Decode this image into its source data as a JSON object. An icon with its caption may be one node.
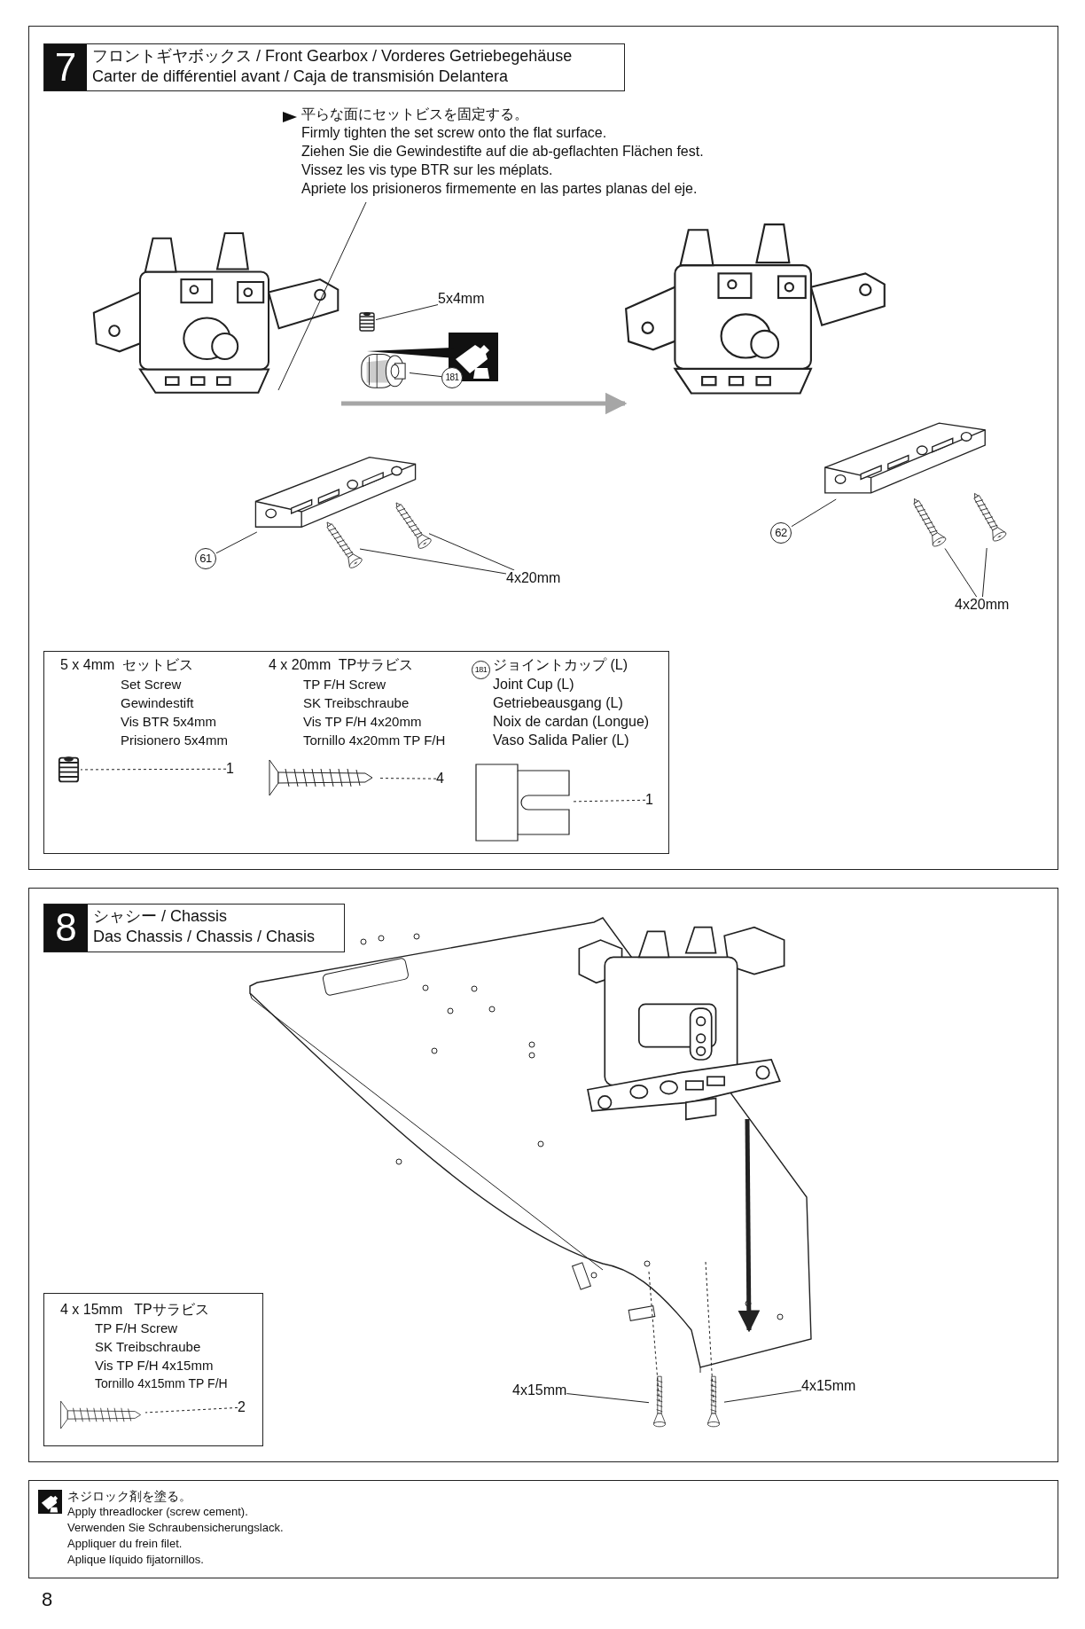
{
  "diagram": {
    "nodes": [
      {
        "text": [
          "7",
          "フロントギヤボックス / Front Gearbox / Vorderes Getriebegehäuse",
          "Carter de différentiel avant / Caja de transmisión Delantera"
        ]
      },
      {
        "text": [
          "平らな面にセットビスを固定する。",
          "Firmly tighten the set screw onto the flat surface.",
          "Ziehen Sie die Gewindestifte auf die ab-geflachten Flächen fest.",
          "Vissez les vis type BTR sur les méplats.",
          "Apriete los prisioneros firmemente en las partes planas del eje."
        ]
      },
      {
        "text": [],
        "shape": "picture"
      },
      {
        "text": [
          "5x4mm"
        ]
      },
      {
        "text": [],
        "shape": "picture"
      },
      {
        "text": [
          "181"
        ]
      },
      {
        "text": [],
        "shape": "picture"
      },
      {
        "text": [
          "61"
        ]
      },
      {
        "text": [],
        "shape": "picture"
      },
      {
        "text": [
          "4x20mm"
        ]
      },
      {
        "text": [],
        "shape": "picture"
      },
      {
        "text": [],
        "shape": "picture"
      },
      {
        "text": [],
        "shape": "picture"
      },
      {
        "text": [
          "62"
        ]
      },
      {
        "text": [],
        "shape": "picture"
      },
      {
        "text": [
          "4x20mm"
        ]
      },
      {
        "text": [],
        "shape": "picture"
      },
      {
        "text": [],
        "shape": "picture"
      },
      {
        "text": [
          "8",
          "シャシー / Chassis",
          "Das Chassis / Chassis / Chasis"
        ]
      },
      {
        "text": [],
        "shape": "picture"
      },
      {
        "text": [],
        "shape": "picture"
      },
      {
        "text": [
          "4x15mm"
        ]
      },
      {
        "text": [],
        "shape": "picture"
      },
      {
        "text": [
          "4x15mm"
        ]
      },
      {
        "text": [],
        "shape": "picture"
      },
      {
        "text": [],
        "shape": "picture"
      },
      {
        "text": [
          "1"
        ]
      },
      {
        "text": [],
        "shape": "picture"
      },
      {
        "text": [
          "4"
        ]
      },
      {
        "text": [
          "181"
        ]
      },
      {
        "text": [],
        "shape": "picture"
      },
      {
        "text": [
          "1"
        ]
      },
      {
        "text": [],
        "shape": "picture"
      },
      {
        "text": [
          "2"
        ]
      }
    ],
    "edges": [
      {
        "from": 1,
        "to": 2,
        "arrow": "none"
      },
      {
        "from": 3,
        "to": 4,
        "arrow": "none"
      },
      {
        "from": 5,
        "to": 6,
        "arrow": "none"
      },
      {
        "from": 7,
        "to": 8,
        "arrow": "none"
      },
      {
        "from": 9,
        "to": 10,
        "arrow": "none"
      },
      {
        "from": 9,
        "to": 11,
        "arrow": "none"
      },
      {
        "from": 2,
        "to": 12,
        "arrow": "to",
        "style": "thick",
        "color": "#a6a6a6"
      },
      {
        "from": 13,
        "to": 14,
        "arrow": "none"
      },
      {
        "from": 15,
        "to": 16,
        "arrow": "none"
      },
      {
        "from": 15,
        "to": 17,
        "arrow": "none"
      },
      {
        "from": 20,
        "to": 19,
        "arrow": "to",
        "style": "thick"
      },
      {
        "from": 21,
        "to": 22,
        "arrow": "none"
      },
      {
        "from": 23,
        "to": 24,
        "arrow": "none"
      },
      {
        "from": 19,
        "to": 22,
        "arrow": "none",
        "style": "dashed"
      },
      {
        "from": 19,
        "to": 24,
        "arrow": "none",
        "style": "dashed"
      },
      {
        "from": 26,
        "to": 25,
        "arrow": "none",
        "style": "dashed"
      },
      {
        "from": 28,
        "to": 27,
        "arrow": "none",
        "style": "dashed"
      },
      {
        "from": 31,
        "to": 30,
        "arrow": "none",
        "style": "dashed"
      },
      {
        "from": 33,
        "to": 32,
        "arrow": "none",
        "style": "dashed"
      }
    ],
    "labels": [
      "5 x 4mm  セットビス",
      "Set Screw",
      "Gewindestift",
      "Vis BTR 5x4mm",
      "Prisionero 5x4mm",
      "4 x 20mm  TPサラビス",
      "TP F/H Screw",
      "SK Treibschraube",
      "Vis TP F/H 4x20mm",
      "Tornillo 4x20mm TP F/H",
      "ジョイントカップ (L)",
      "Joint Cup (L)",
      "Getriebeausgang (L)",
      "Noix de cardan (Longue)",
      "Vaso Salida Palier (L)",
      "4 x 15mm   TPサラビス",
      "TP F/H Screw",
      "SK Treibschraube",
      "Vis TP F/H 4x15mm",
      "Tornillo 4x15mm TP F/H",
      "ネジロック剤を塗る。",
      "Apply threadlocker (screw cement).",
      "Verwenden Sie Schraubensicherungslack.",
      "Appliquer du frein filet.",
      "Aplique líquido fijatornillos.",
      "8"
    ]
  }
}
